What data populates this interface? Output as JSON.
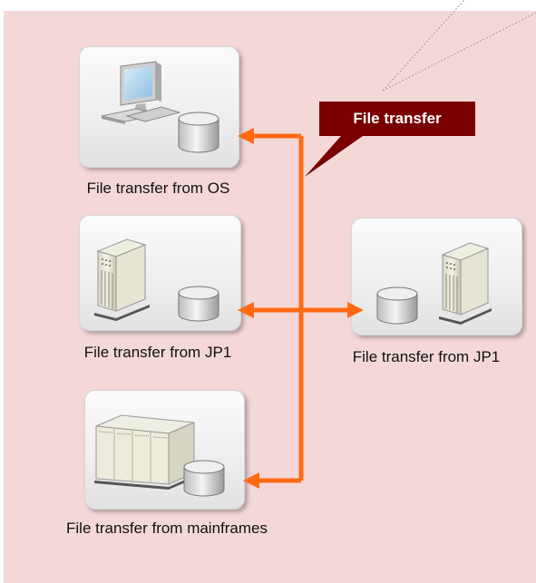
{
  "callout": {
    "text": "File transfer",
    "color": "#7a0000"
  },
  "connector_color": "#ff6a13",
  "background_color": "#f4d8d8",
  "nodes": [
    {
      "label": "File transfer from OS",
      "icons": [
        "desktop-pc-icon",
        "database-icon"
      ]
    },
    {
      "label": "File transfer from JP1",
      "icons": [
        "server-tower-icon",
        "database-icon"
      ]
    },
    {
      "label": "File transfer from mainframes",
      "icons": [
        "mainframe-icon",
        "database-icon"
      ]
    },
    {
      "label": "File transfer from JP1",
      "icons": [
        "database-icon",
        "server-tower-icon"
      ]
    }
  ]
}
